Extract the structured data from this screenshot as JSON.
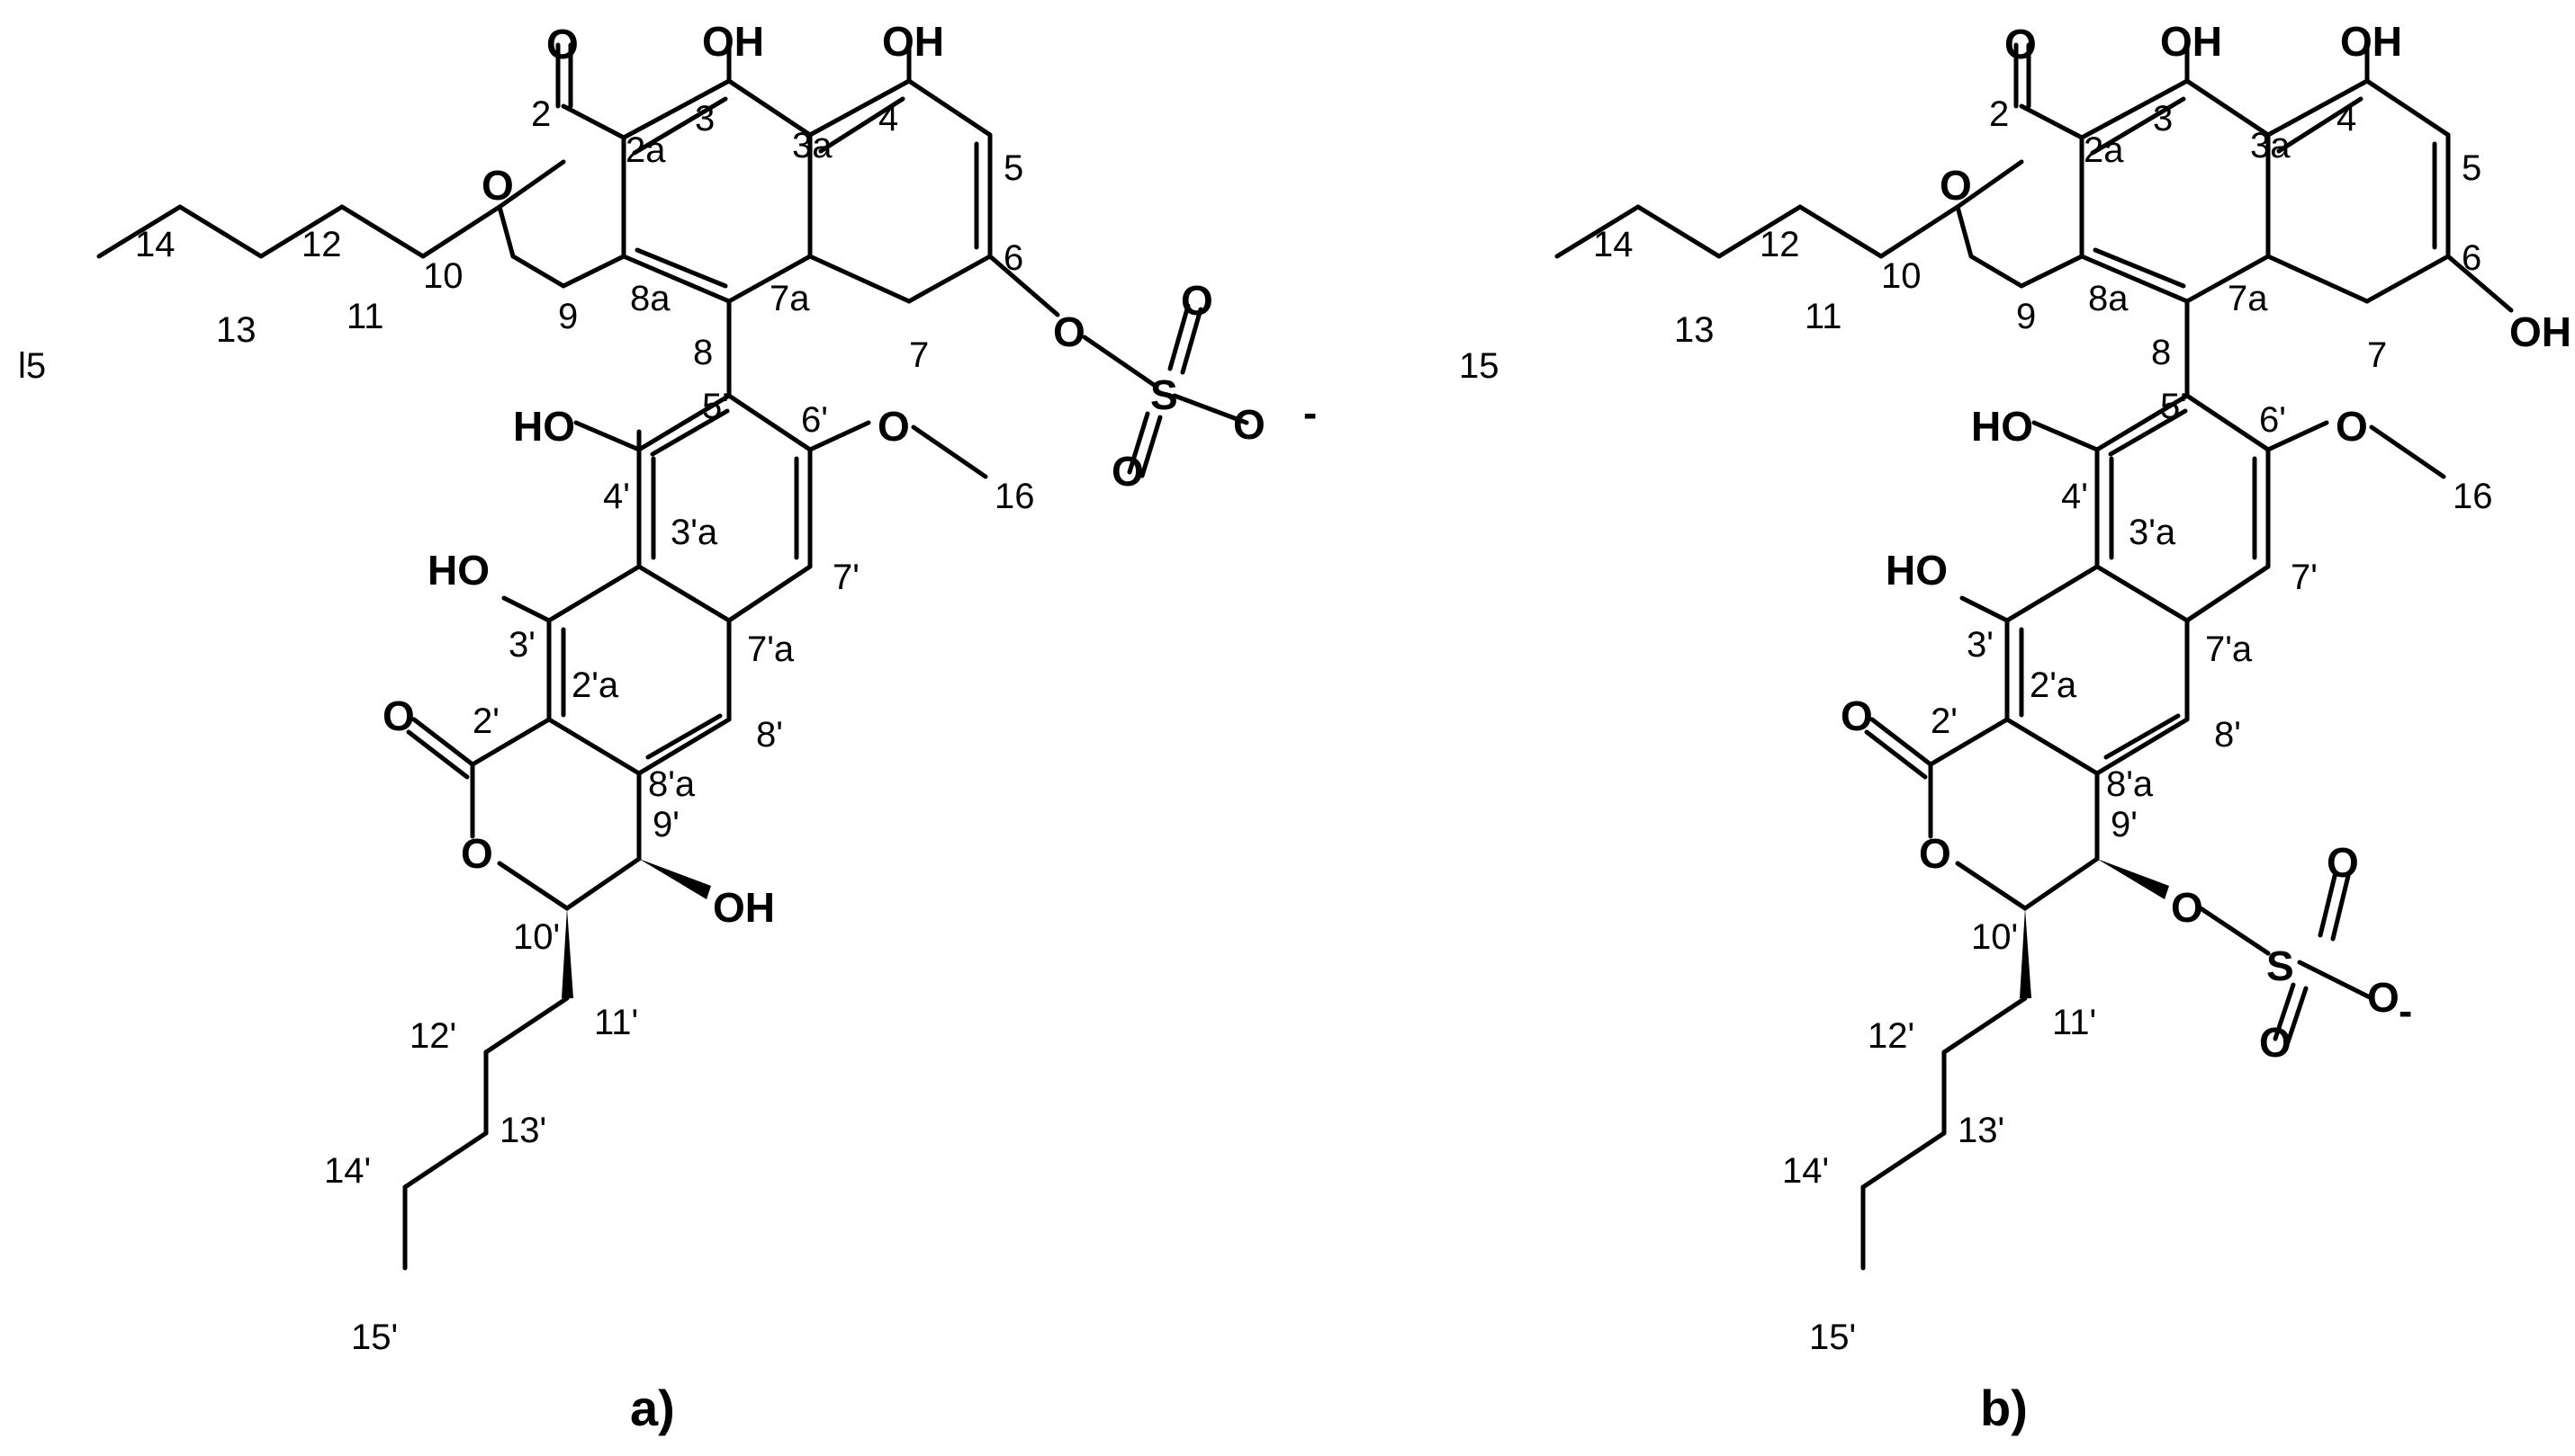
{
  "panels": {
    "a": {
      "label": "a)"
    },
    "b": {
      "label": "b)"
    }
  },
  "atoms": {
    "O_carbonyl": "O",
    "OH_right": "OH",
    "HO_left": "HO",
    "O_ring": "O",
    "S": "S",
    "O_sulfate": "O",
    "O_minus": "O",
    "minus": "-"
  },
  "numbers": {
    "n2": "2",
    "n2a": "2a",
    "n3": "3",
    "n3a": "3a",
    "n4": "4",
    "n5": "5",
    "n6": "6",
    "n7": "7",
    "n7a": "7a",
    "n8": "8",
    "n8a": "8a",
    "n9": "9",
    "n10": "10",
    "n11": "11",
    "n12": "12",
    "n13": "13",
    "n14": "14",
    "n15": "15",
    "n15_cut": "l5",
    "n16": "16",
    "p2": "2'",
    "p2a": "2'a",
    "p3": "3'",
    "p3a": "3'a",
    "p4": "4'",
    "p5": "5'",
    "p6": "6'",
    "p7": "7'",
    "p7a": "7'a",
    "p8": "8'",
    "p8a": "8'a",
    "p9": "9'",
    "p10": "10'",
    "p11": "11'",
    "p12": "12'",
    "p13": "13'",
    "p14": "14'",
    "p15": "15'"
  }
}
